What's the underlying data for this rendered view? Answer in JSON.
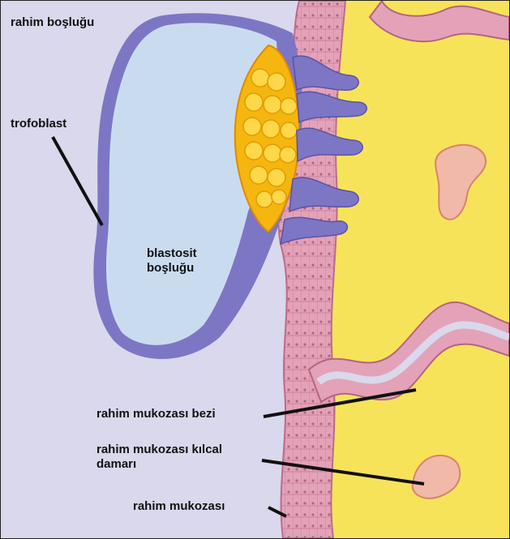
{
  "labels": {
    "uterine_cavity": "rahim boşluğu",
    "trophoblast": "trofoblast",
    "blastocyst_cavity_line1": "blastosit",
    "blastocyst_cavity_line2": "boşluğu",
    "uterine_gland": "rahim mukozası bezi",
    "capillary_line1": "rahim mukozası kılcal",
    "capillary_line2": "damarı",
    "uterine_mucosa": "rahim mukozası"
  },
  "colors": {
    "cavity_background": "#d9d8ec",
    "stroma": "#f7e35a",
    "epithelium": "#e3a2b8",
    "blastocyst_fluid": "#c9dcef",
    "trophoblast_cells": "#7d76c4",
    "inner_cell_mass": "#f4b60f",
    "capillary": "#f0b9a8"
  }
}
